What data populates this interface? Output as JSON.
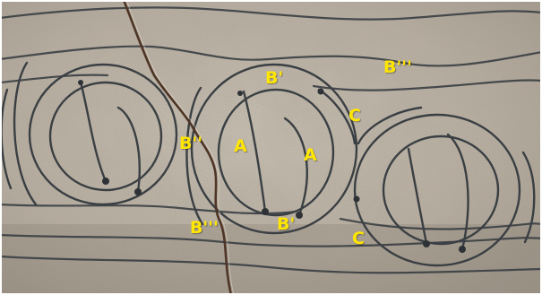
{
  "image": {
    "subject": "Stone surface with engraved concentric curvilinear patterns",
    "palette": {
      "stone_light": "#c9bfb1",
      "stone_mid": "#b0a697",
      "stone_dark": "#8e8476",
      "groove": "#3a3f43",
      "crack": "#5b3a26",
      "label": "#ffe600"
    }
  },
  "labels": {
    "b_prime_top": "B'",
    "b_triple_prime_top": "B'''",
    "c_upper": "C",
    "b_double_prime": "B''",
    "a_left": "A",
    "a_right": "A",
    "b_triple_prime_bottom": "B'''",
    "b_prime_bottom": "B'",
    "c_lower": "C"
  }
}
